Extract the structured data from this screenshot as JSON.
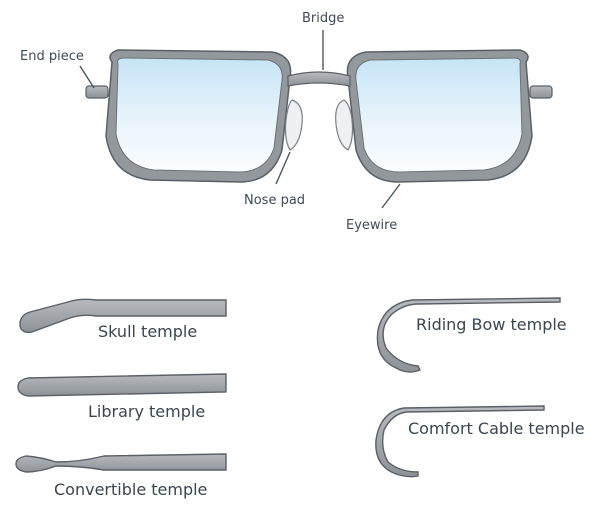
{
  "frame_labels": {
    "bridge": "Bridge",
    "end_piece": "End piece",
    "nose_pad": "Nose pad",
    "eyewire": "Eyewire"
  },
  "temples": {
    "skull": "Skull temple",
    "library": "Library temple",
    "convertible": "Convertible temple",
    "riding_bow": "Riding Bow temple",
    "comfort_cable": "Comfort Cable temple"
  },
  "colors": {
    "frame": "#8a8f94",
    "frame_outline": "#5b6066",
    "lens_tint": "#cfe9f7",
    "text": "#3e4a57",
    "leader_line": "#4a5560"
  }
}
